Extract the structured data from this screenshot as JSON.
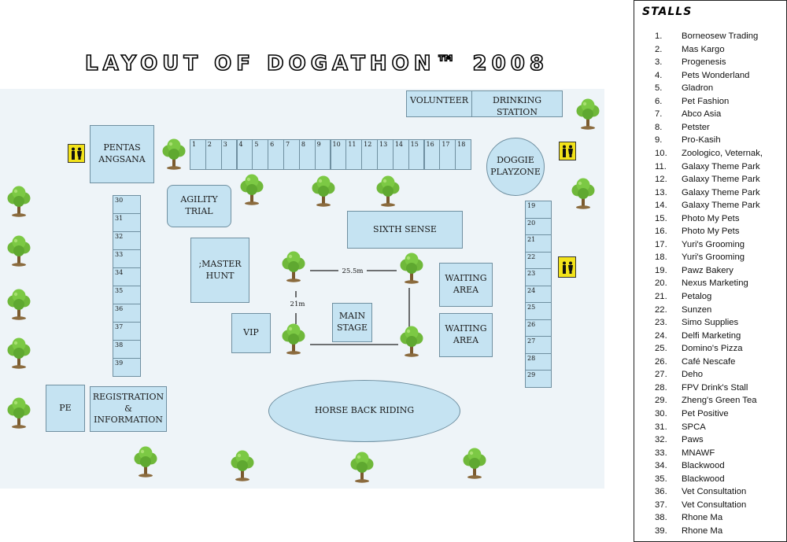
{
  "title": "LAYOUT OF DOGATHON™ 2008",
  "areas": {
    "volunteer": "VOLUNTEER",
    "drinking_station": "DRINKING STATION",
    "pentas_angsana": "PENTAS ANGSANA",
    "doggie_playzone": "DOGGIE PLAYZONE",
    "agility_trial": "AGILITY TRIAL",
    "sixth_sense": "SIXTH SENSE",
    "master_hunt": ";MASTER HUNT",
    "main_stage": "MAIN STAGE",
    "waiting_area_1": "WAITING AREA",
    "waiting_area_2": "WAITING AREA",
    "vip": "VIP",
    "pe": "PE",
    "registration": "REGISTRATION & INFORMATION",
    "horse_back_riding": "HORSE BACK RIDING"
  },
  "dimensions": {
    "width": "25.5m",
    "height": "21m"
  },
  "stall_rows": {
    "top": [
      "1",
      "2",
      "3",
      "4",
      "5",
      "6",
      "7",
      "8",
      "9",
      "10",
      "11",
      "12",
      "13",
      "14",
      "15",
      "16",
      "17",
      "18"
    ],
    "right": [
      "19",
      "20",
      "21",
      "22",
      "23",
      "24",
      "25",
      "26",
      "27",
      "28",
      "29"
    ],
    "left": [
      "30",
      "31",
      "32",
      "33",
      "34",
      "35",
      "36",
      "37",
      "38",
      "39"
    ]
  },
  "icons": {
    "tree": "tree-icon",
    "toilet": "toilet-icon"
  },
  "colors": {
    "zone_fill": "#c5e3f2",
    "ground": "#eef4f8",
    "toilet_sign": "#f2e21a"
  },
  "legend": {
    "title": "STALLS",
    "items": [
      {
        "num": "1.",
        "name": "Borneosew Trading"
      },
      {
        "num": "2.",
        "name": "Mas Kargo"
      },
      {
        "num": "3.",
        "name": "Progenesis"
      },
      {
        "num": "4.",
        "name": "Pets Wonderland"
      },
      {
        "num": "5.",
        "name": "Gladron"
      },
      {
        "num": "6.",
        "name": "Pet Fashion"
      },
      {
        "num": "7.",
        "name": "Abco Asia"
      },
      {
        "num": "8.",
        "name": "Petster"
      },
      {
        "num": "9.",
        "name": "Pro-Kasih"
      },
      {
        "num": "10.",
        "name": "Zoologico, Veternak,"
      },
      {
        "num": "11.",
        "name": "Galaxy Theme Park"
      },
      {
        "num": "12.",
        "name": "Galaxy Theme Park"
      },
      {
        "num": "13.",
        "name": "Galaxy Theme Park"
      },
      {
        "num": "14.",
        "name": "Galaxy Theme Park"
      },
      {
        "num": "15.",
        "name": "Photo My Pets"
      },
      {
        "num": "16.",
        "name": "Photo My Pets"
      },
      {
        "num": "17.",
        "name": "Yuri's Grooming"
      },
      {
        "num": "18.",
        "name": "Yuri's Grooming"
      },
      {
        "num": "19.",
        "name": "Pawz Bakery"
      },
      {
        "num": "20.",
        "name": "Nexus Marketing"
      },
      {
        "num": "21.",
        "name": "Petalog"
      },
      {
        "num": "22.",
        "name": "Sunzen"
      },
      {
        "num": "23.",
        "name": "Simo Supplies"
      },
      {
        "num": "24.",
        "name": "Delfi Marketing"
      },
      {
        "num": "25.",
        "name": "Domino's Pizza"
      },
      {
        "num": "26.",
        "name": "Café Nescafe"
      },
      {
        "num": "27.",
        "name": "Deho"
      },
      {
        "num": "28.",
        "name": "FPV Drink's Stall"
      },
      {
        "num": "29.",
        "name": "Zheng's Green Tea"
      },
      {
        "num": "30.",
        "name": "Pet Positive"
      },
      {
        "num": "31.",
        "name": "SPCA"
      },
      {
        "num": "32.",
        "name": "Paws"
      },
      {
        "num": "33.",
        "name": "MNAWF"
      },
      {
        "num": "34.",
        "name": "Blackwood"
      },
      {
        "num": "35.",
        "name": "Blackwood"
      },
      {
        "num": "36.",
        "name": "Vet Consultation"
      },
      {
        "num": "37.",
        "name": "Vet Consultation"
      },
      {
        "num": "38.",
        "name": "Rhone Ma"
      },
      {
        "num": "39.",
        "name": "Rhone Ma"
      }
    ]
  }
}
